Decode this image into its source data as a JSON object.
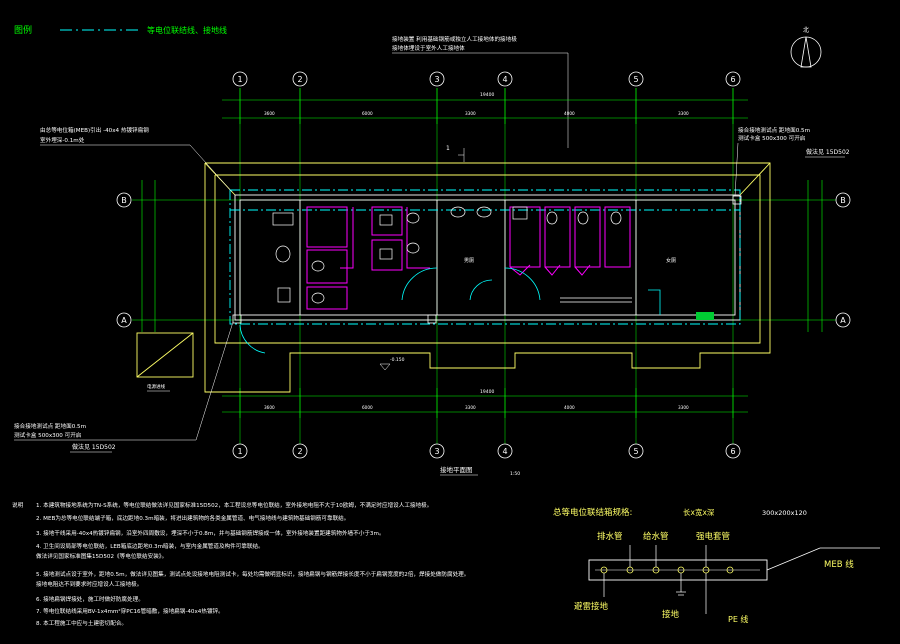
{
  "legend": {
    "title": "图例",
    "line_label": "等电位联结线、接地线"
  },
  "top_annotation": {
    "line1": "接地装置 利用基础钢筋或独立人工接地体的接地极",
    "line2": "接地体埋设于室外人工接地体"
  },
  "axes": {
    "columns": [
      "1",
      "2",
      "3",
      "4",
      "5",
      "6"
    ],
    "rows": [
      "B",
      "A"
    ]
  },
  "dimensions": {
    "overall": "19400",
    "spans": [
      "3600",
      "6000",
      "3300",
      "4000",
      "3300"
    ]
  },
  "left_annotation": {
    "line1": "由总等电位箱(MEB)引出 -40x4 热镀锌扁钢",
    "line2": "室外埋深-0.1m处"
  },
  "right_annotation": {
    "line1": "接合接地测试点 距地面0.5m",
    "line2": "测试卡盒 500x300 可开启",
    "tag": "做法见 15D502"
  },
  "bottom_left_annotation": {
    "line1": "接合接地测试点 距地面0.5m",
    "line2": "测试卡盒 500x300 可开启",
    "tag": "做法见 15D502"
  },
  "room_labels": [
    "男厕",
    "女厕"
  ],
  "marker_1": "1",
  "section_mark": "-0.150",
  "callout_small": "电源进线",
  "plan_title": "接地平面图",
  "plan_scale": "1:50",
  "north_mark": "北",
  "notes": {
    "heading": "说明",
    "items": [
      "1. 本建筑物接地系统为TN-S系统，等电位联结做法详见国家标准15D502，本工程设总等电位联结，室外接地电阻不大于10欧姆，不满足时应增设人工接地极。",
      "2. MEB为总等电位联结端子箱，底边距地0.3m暗装，将进出建筑物的各类金属管道、电气接地线与建筑物基础钢筋可靠联结。",
      "3. 接地干线采用-40x4热镀锌扁钢，沿室外四周敷设，埋深不小于0.8m，并与基础钢筋焊接成一体，室外接地装置距建筑物外墙不小于3m。",
      "4. 卫生间设局部等电位联结，LEB箱底边距地0.3m暗装，与室内金属管道及构件可靠联结。",
      "   做法详见国家标准图集15D502《等电位联结安装》。",
      "5. 接地测试点设于室外，距地0.5m，做法详见图集，测试点处设接地电阻测试卡，每处均需做明显标识，接地扁钢与钢筋焊接长度不小于扁钢宽度的2倍，焊接处做防腐处理。",
      "   接地电阻达不到要求时应增设人工接地极。",
      "6. 接地扁钢焊接处，施工时做好防腐处理。",
      "7. 等电位联结线采用BV-1x4mm²穿PC16管暗敷，接地扁钢-40x4热镀锌。",
      "8. 本工程施工中应与土建密切配合。"
    ]
  },
  "meb": {
    "title": "总等电位联结箱规格:",
    "size_label": "长x宽x深",
    "size_value": "300x200x120",
    "pipe_labels": [
      "排水管",
      "给水管",
      "强电套管"
    ],
    "bottom_labels": [
      "避雷接地",
      "接地",
      "PE 线"
    ],
    "meb_label": "MEB 线"
  }
}
